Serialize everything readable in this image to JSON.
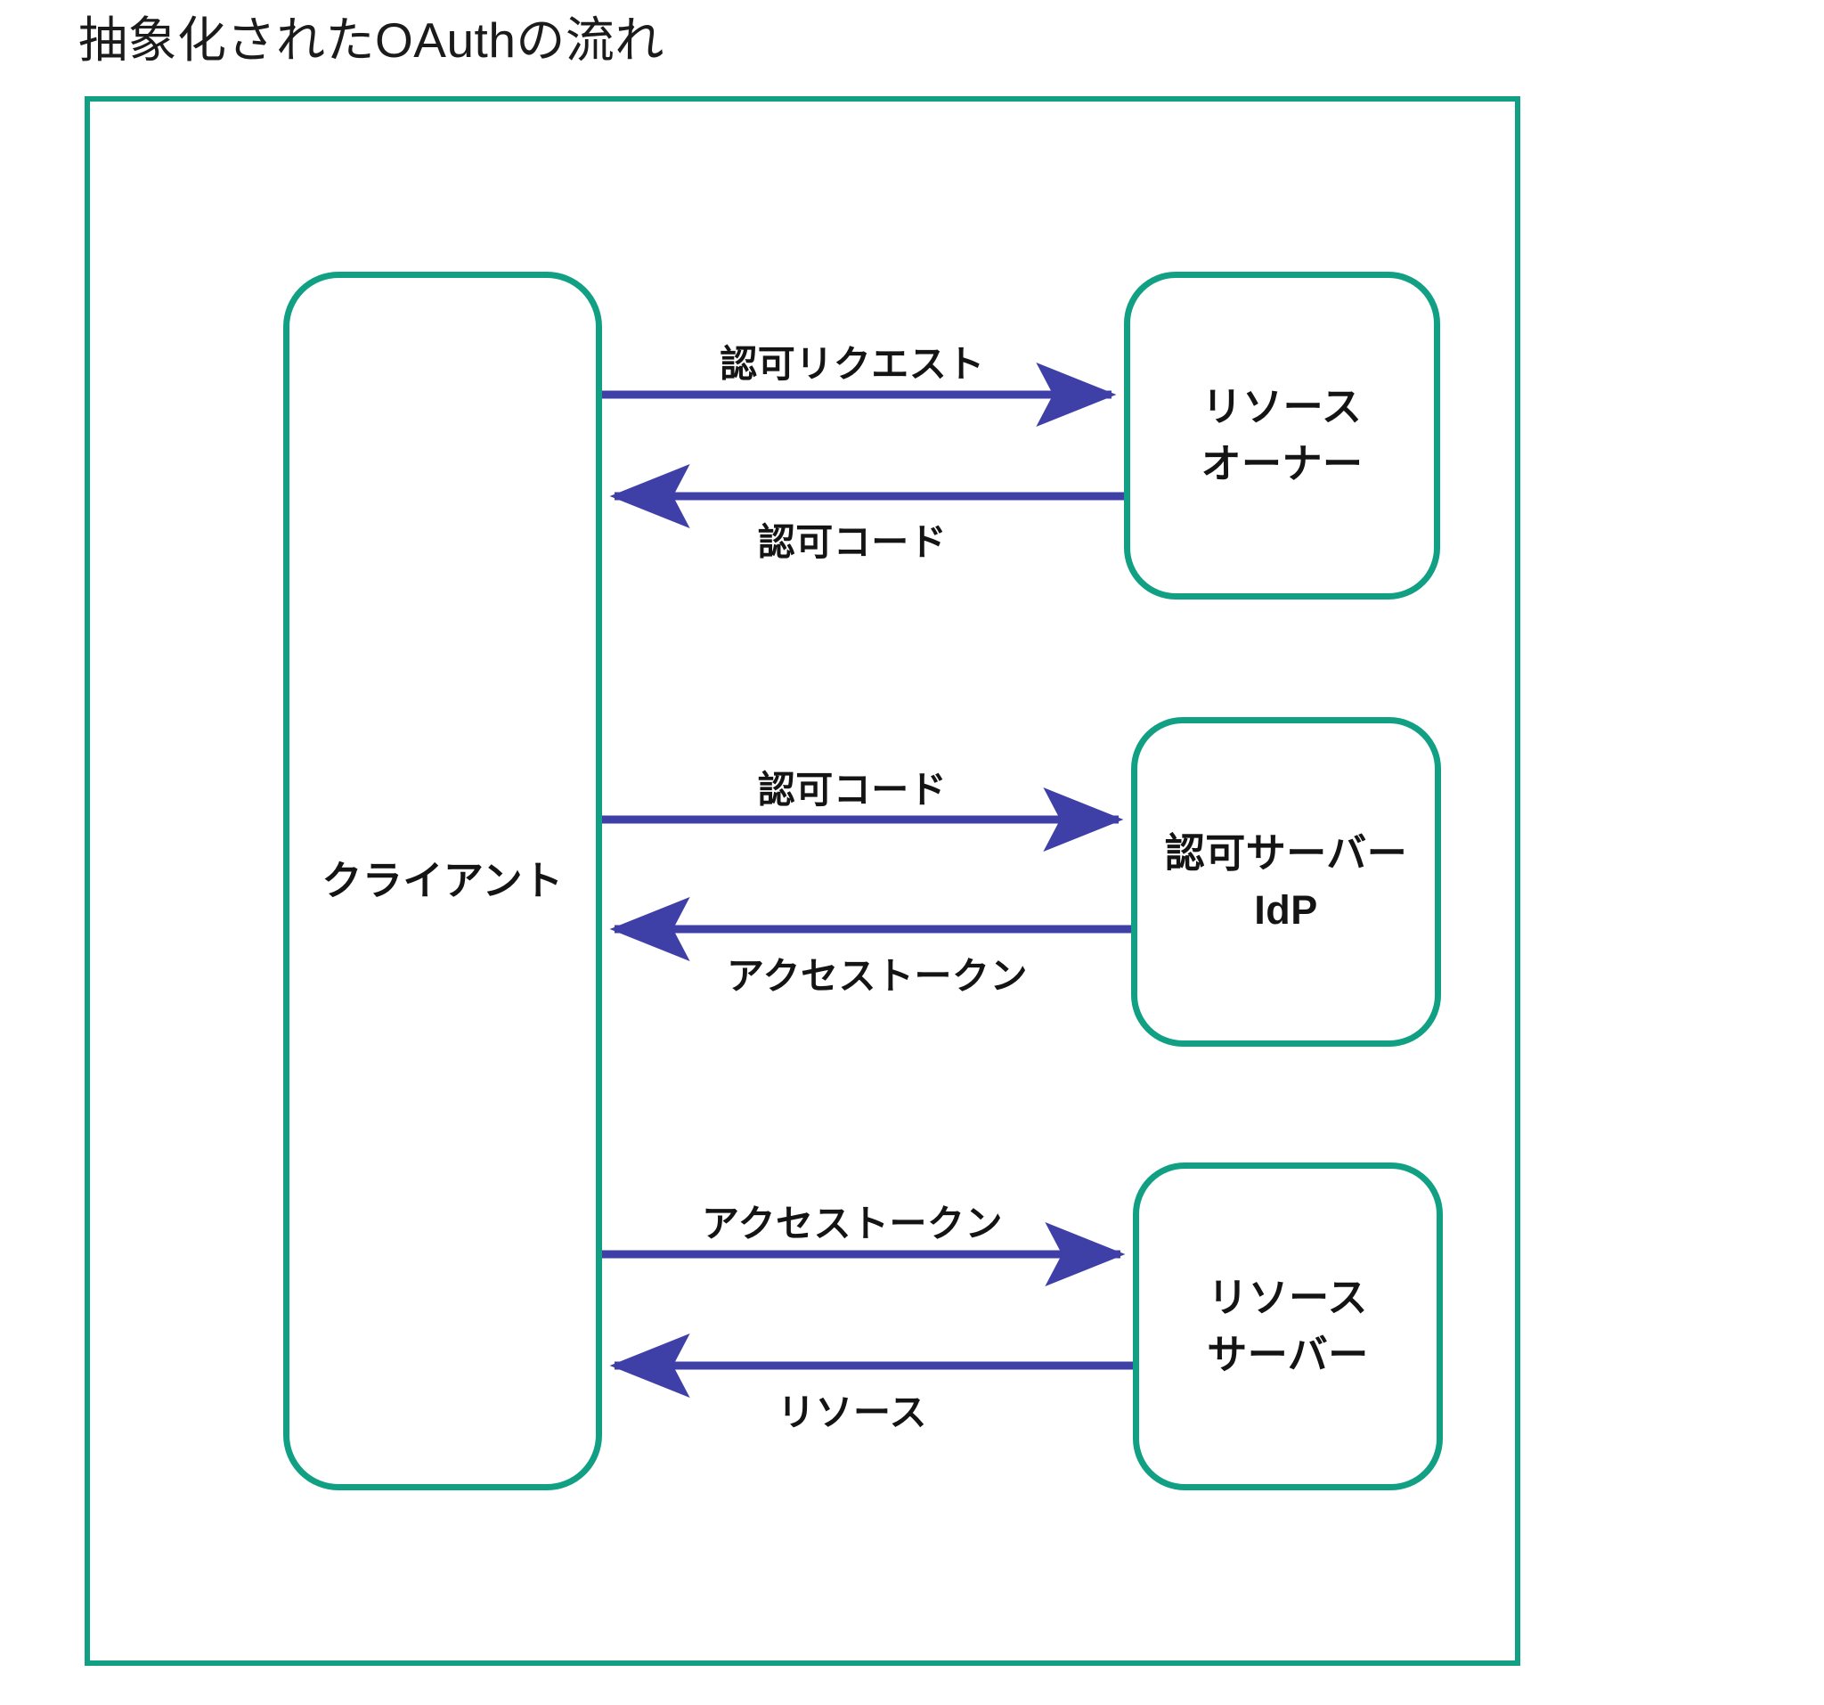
{
  "title": "抽象化されたOAuthの流れ",
  "colors": {
    "node_border": "#11a083",
    "frame_border": "#11a083",
    "arrow": "#3f3fa8",
    "text": "#141414",
    "background": "#ffffff"
  },
  "nodes": [
    {
      "id": "client",
      "label": "クライアント"
    },
    {
      "id": "resource-owner",
      "label": "リソース\nオーナー"
    },
    {
      "id": "auth-server",
      "label": "認可サーバー\nIdP"
    },
    {
      "id": "resource-server",
      "label": "リソース\nサーバー"
    }
  ],
  "edges": [
    {
      "id": "auth-request",
      "label": "認可リクエスト",
      "from": "client",
      "to": "resource-owner",
      "direction": "right"
    },
    {
      "id": "auth-code-ro",
      "label": "認可コード",
      "from": "resource-owner",
      "to": "client",
      "direction": "left"
    },
    {
      "id": "auth-code-as",
      "label": "認可コード",
      "from": "client",
      "to": "auth-server",
      "direction": "right"
    },
    {
      "id": "access-token-as",
      "label": "アクセストークン",
      "from": "auth-server",
      "to": "client",
      "direction": "left"
    },
    {
      "id": "access-token-rs",
      "label": "アクセストークン",
      "from": "client",
      "to": "resource-server",
      "direction": "right"
    },
    {
      "id": "resource",
      "label": "リソース",
      "from": "resource-server",
      "to": "client",
      "direction": "left"
    }
  ]
}
